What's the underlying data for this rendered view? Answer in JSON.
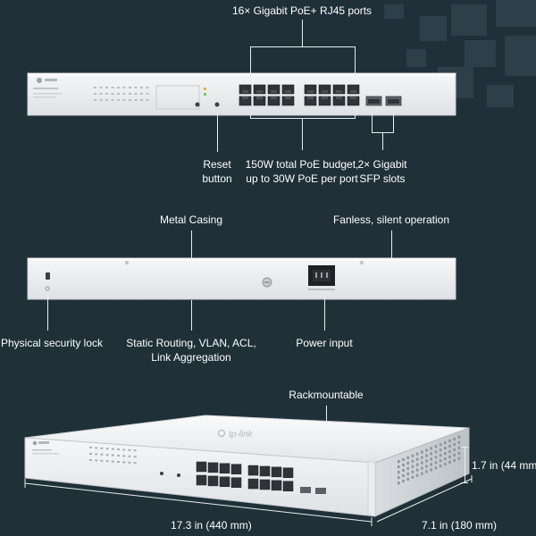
{
  "background_color": "#1f3038",
  "front_view": {
    "brand": "tp-link",
    "model_text": "Omada PoE+ Switch",
    "port_count": 16,
    "sfp_count": 2,
    "callouts": {
      "ports": "16× Gigabit PoE+ RJ45 ports",
      "reset_line1": "Reset",
      "reset_line2": "button",
      "poe_line1": "150W total PoE budget,",
      "poe_line2": "up to 30W PoE per port",
      "sfp_line1": "2× Gigabit",
      "sfp_line2": "SFP slots"
    }
  },
  "rear_view": {
    "callouts": {
      "casing": "Metal Casing",
      "fanless": "Fanless, silent operation",
      "lock": "Physical security lock",
      "routing_line1": "Static Routing, VLAN, ACL,",
      "routing_line2": "Link Aggregation",
      "power": "Power input"
    }
  },
  "perspective_view": {
    "brand": "tp-link",
    "callouts": {
      "rack": "Rackmountable",
      "height": "1.7 in (44 mm)",
      "width": "17.3 in (440 mm)",
      "depth": "7.1 in (180 mm)"
    }
  }
}
